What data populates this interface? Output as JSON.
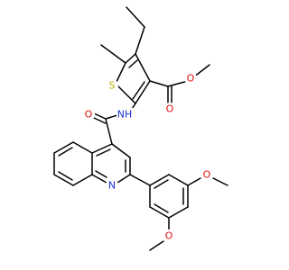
{
  "atoms": {
    "sulfur": {
      "text": "S",
      "color": "#b8a800"
    },
    "nitrogen_amide": {
      "text": "NH",
      "color": "#1a2fd6"
    },
    "nitrogen_quinoline": {
      "text": "N",
      "color": "#1a2fd6"
    },
    "oxygen_amide": {
      "text": "O",
      "color": "#e01010"
    },
    "oxygen_ester_carbonyl": {
      "text": "O",
      "color": "#e01010"
    },
    "oxygen_ester_single": {
      "text": "O",
      "color": "#e01010"
    },
    "oxygen_methoxy_a": {
      "text": "O",
      "color": "#e01010"
    },
    "oxygen_methoxy_b": {
      "text": "O",
      "color": "#e01010"
    }
  }
}
